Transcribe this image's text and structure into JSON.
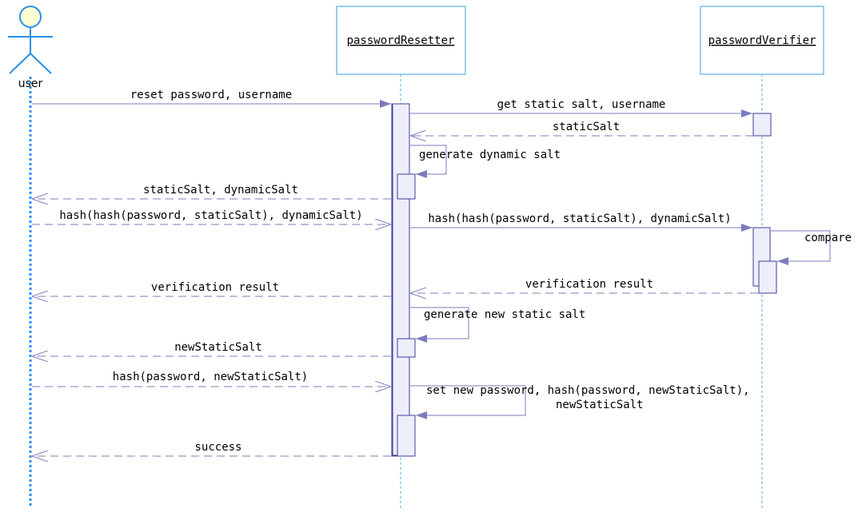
{
  "participants": {
    "user": "user",
    "resetter": "passwordResetter",
    "verifier": "passwordVerifier"
  },
  "messages": {
    "reset_request": "reset password, username",
    "get_static_salt": "get static salt, username",
    "static_salt_return": "staticSalt",
    "generate_dynamic_salt": "generate dynamic salt",
    "salts_to_user": "staticSalt, dynamicSalt",
    "user_hash": "hash(hash(password, staticSalt), dynamicSalt)",
    "forward_hash": "hash(hash(password, staticSalt), dynamicSalt)",
    "compare": "compare",
    "verifier_result": "verification result",
    "resetter_result": "verification result",
    "generate_new_static_salt": "generate new static salt",
    "new_static_salt": "newStaticSalt",
    "user_new_hash": "hash(password, newStaticSalt)",
    "set_new_password_line1": "set new password, hash(password, newStaticSalt),",
    "set_new_password_line2": "newStaticSalt",
    "success": "success"
  },
  "colors": {
    "message_line": "#7b7bbd",
    "lifeline_user": "#2a8fe6",
    "lifeline": "#4aa8e8",
    "box_border": "#3a9de2",
    "activation_fill": "#eeeefb",
    "activation_border": "#3d3d9e",
    "actor_head_fill": "#ffffd6",
    "actor_stroke": "#2a8fe6"
  }
}
